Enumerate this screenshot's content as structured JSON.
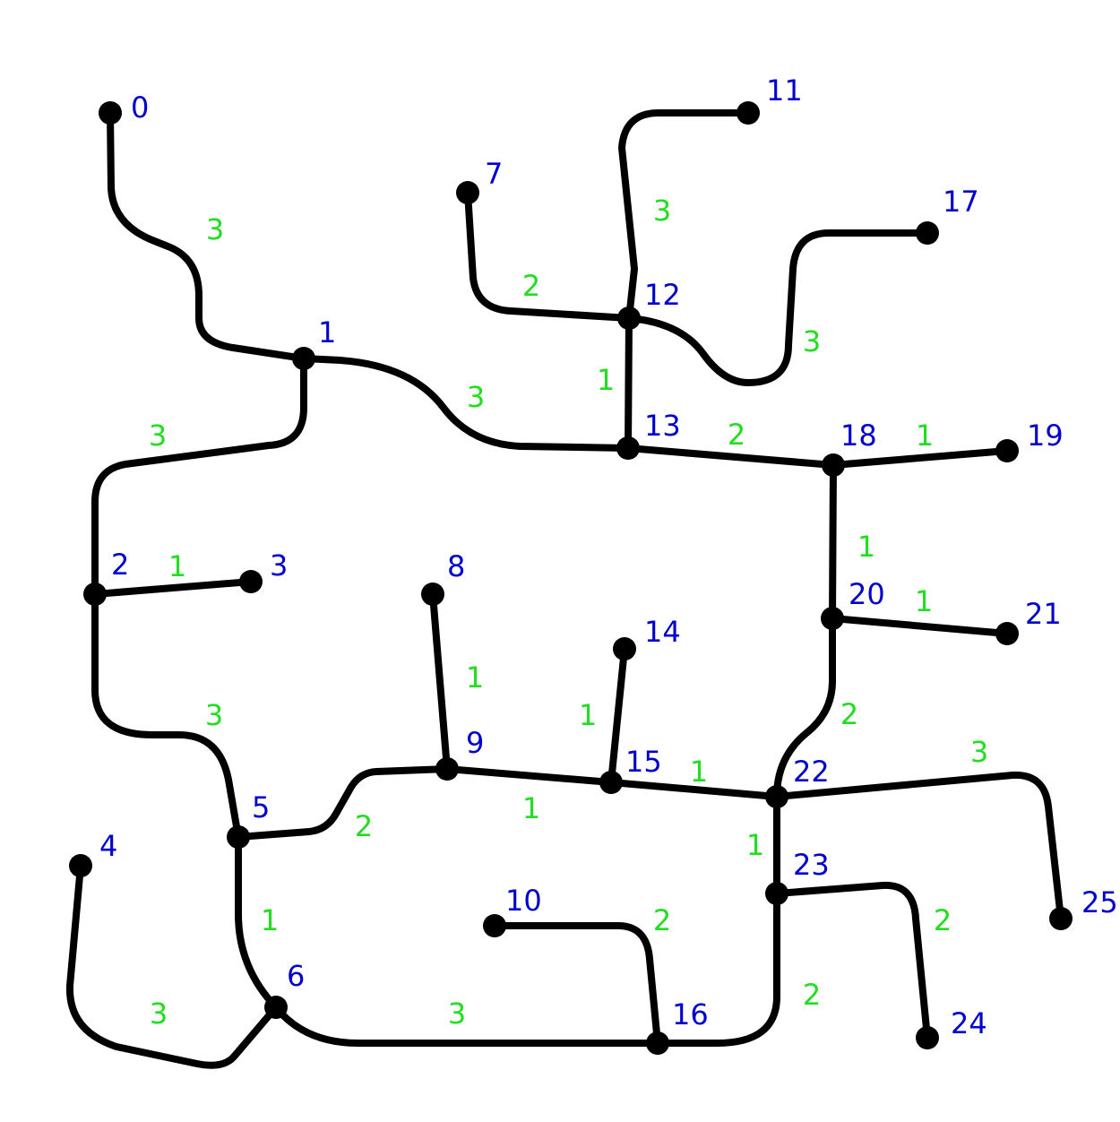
{
  "graph": {
    "colors": {
      "edge": "#000000",
      "node": "#000000",
      "node_label": "#0000cc",
      "weight_label": "#22dd22"
    },
    "nodes": [
      "0",
      "1",
      "2",
      "3",
      "4",
      "5",
      "6",
      "7",
      "8",
      "9",
      "10",
      "11",
      "12",
      "13",
      "14",
      "15",
      "16",
      "17",
      "18",
      "19",
      "20",
      "21",
      "22",
      "23",
      "24",
      "25"
    ],
    "edges": [
      {
        "from": "0",
        "to": "1",
        "weight": "3"
      },
      {
        "from": "1",
        "to": "13",
        "weight": "3"
      },
      {
        "from": "1",
        "to": "2",
        "weight": "3"
      },
      {
        "from": "2",
        "to": "3",
        "weight": "1"
      },
      {
        "from": "2",
        "to": "5",
        "weight": "3"
      },
      {
        "from": "5",
        "to": "9",
        "weight": "2"
      },
      {
        "from": "5",
        "to": "6",
        "weight": "1"
      },
      {
        "from": "4",
        "to": "6",
        "weight": "3"
      },
      {
        "from": "6",
        "to": "16",
        "weight": "3"
      },
      {
        "from": "7",
        "to": "12",
        "weight": "2"
      },
      {
        "from": "11",
        "to": "12",
        "weight": "3"
      },
      {
        "from": "12",
        "to": "17",
        "weight": "3"
      },
      {
        "from": "12",
        "to": "13",
        "weight": "1"
      },
      {
        "from": "13",
        "to": "18",
        "weight": "2"
      },
      {
        "from": "18",
        "to": "19",
        "weight": "1"
      },
      {
        "from": "18",
        "to": "20",
        "weight": "1"
      },
      {
        "from": "20",
        "to": "21",
        "weight": "1"
      },
      {
        "from": "20",
        "to": "22",
        "weight": "2"
      },
      {
        "from": "8",
        "to": "9",
        "weight": "1"
      },
      {
        "from": "9",
        "to": "15",
        "weight": "1"
      },
      {
        "from": "14",
        "to": "15",
        "weight": "1"
      },
      {
        "from": "15",
        "to": "22",
        "weight": "1"
      },
      {
        "from": "22",
        "to": "25",
        "weight": "3"
      },
      {
        "from": "22",
        "to": "23",
        "weight": "1"
      },
      {
        "from": "23",
        "to": "24",
        "weight": "2"
      },
      {
        "from": "23",
        "to": "16",
        "weight": "2"
      },
      {
        "from": "10",
        "to": "16",
        "weight": "2"
      }
    ]
  }
}
